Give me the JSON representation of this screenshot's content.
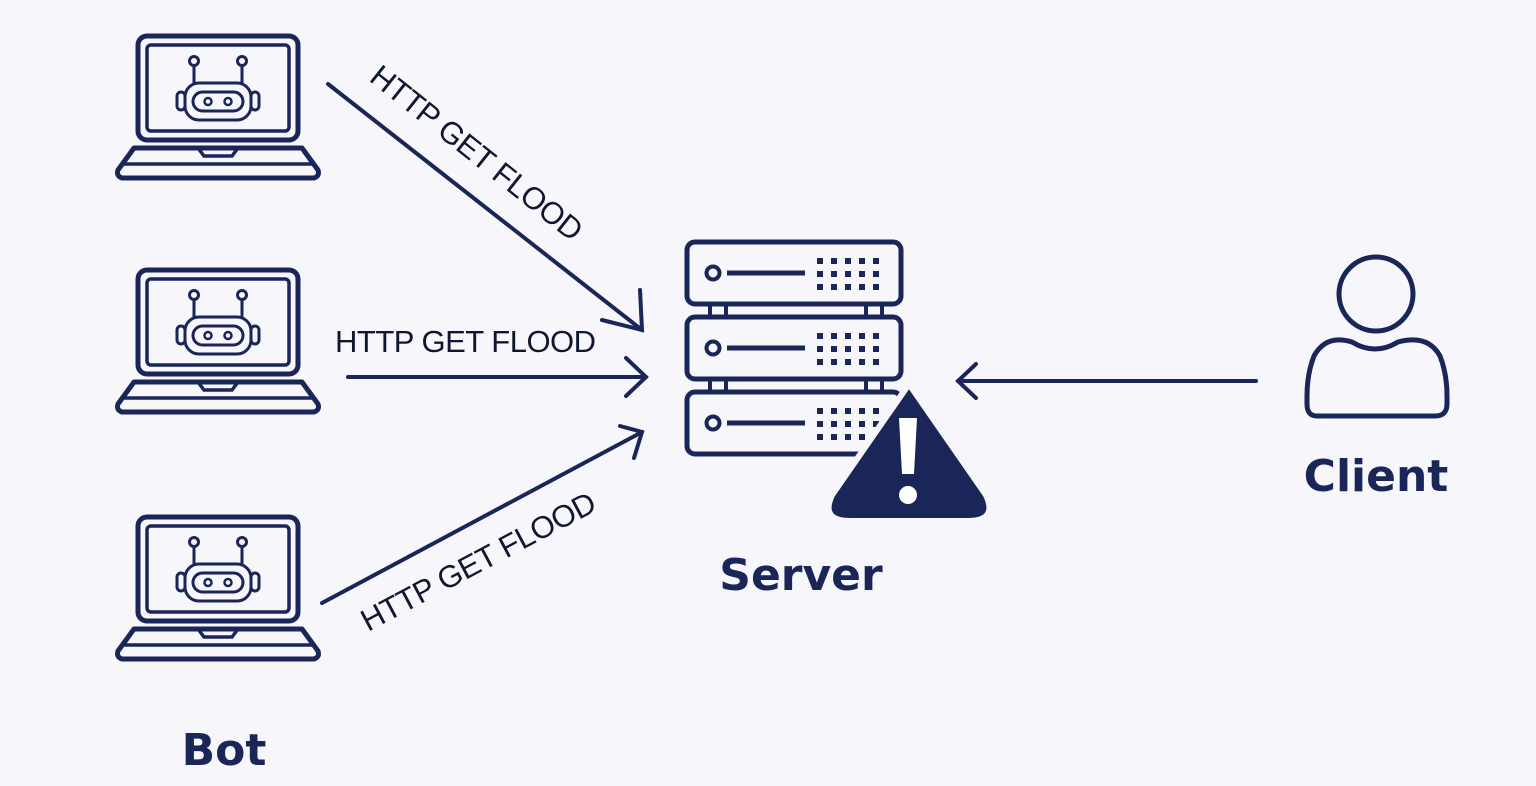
{
  "colors": {
    "background": "#f7f7fb",
    "ink": "#1a2657",
    "label_ink": "#0f1730",
    "alert_fill": "#1a2657",
    "alert_mark": "#ffffff"
  },
  "icons": {
    "bot": "laptop-robot-icon",
    "server": "server-rack-icon",
    "alert": "warning-triangle-icon",
    "client": "user-icon"
  },
  "flood_arrows": [
    {
      "label": "HTTP GET FLOOD"
    },
    {
      "label": "HTTP GET FLOOD"
    },
    {
      "label": "HTTP GET FLOOD"
    }
  ],
  "labels": {
    "bot": "Bot",
    "server": "Server",
    "client": "Client"
  }
}
